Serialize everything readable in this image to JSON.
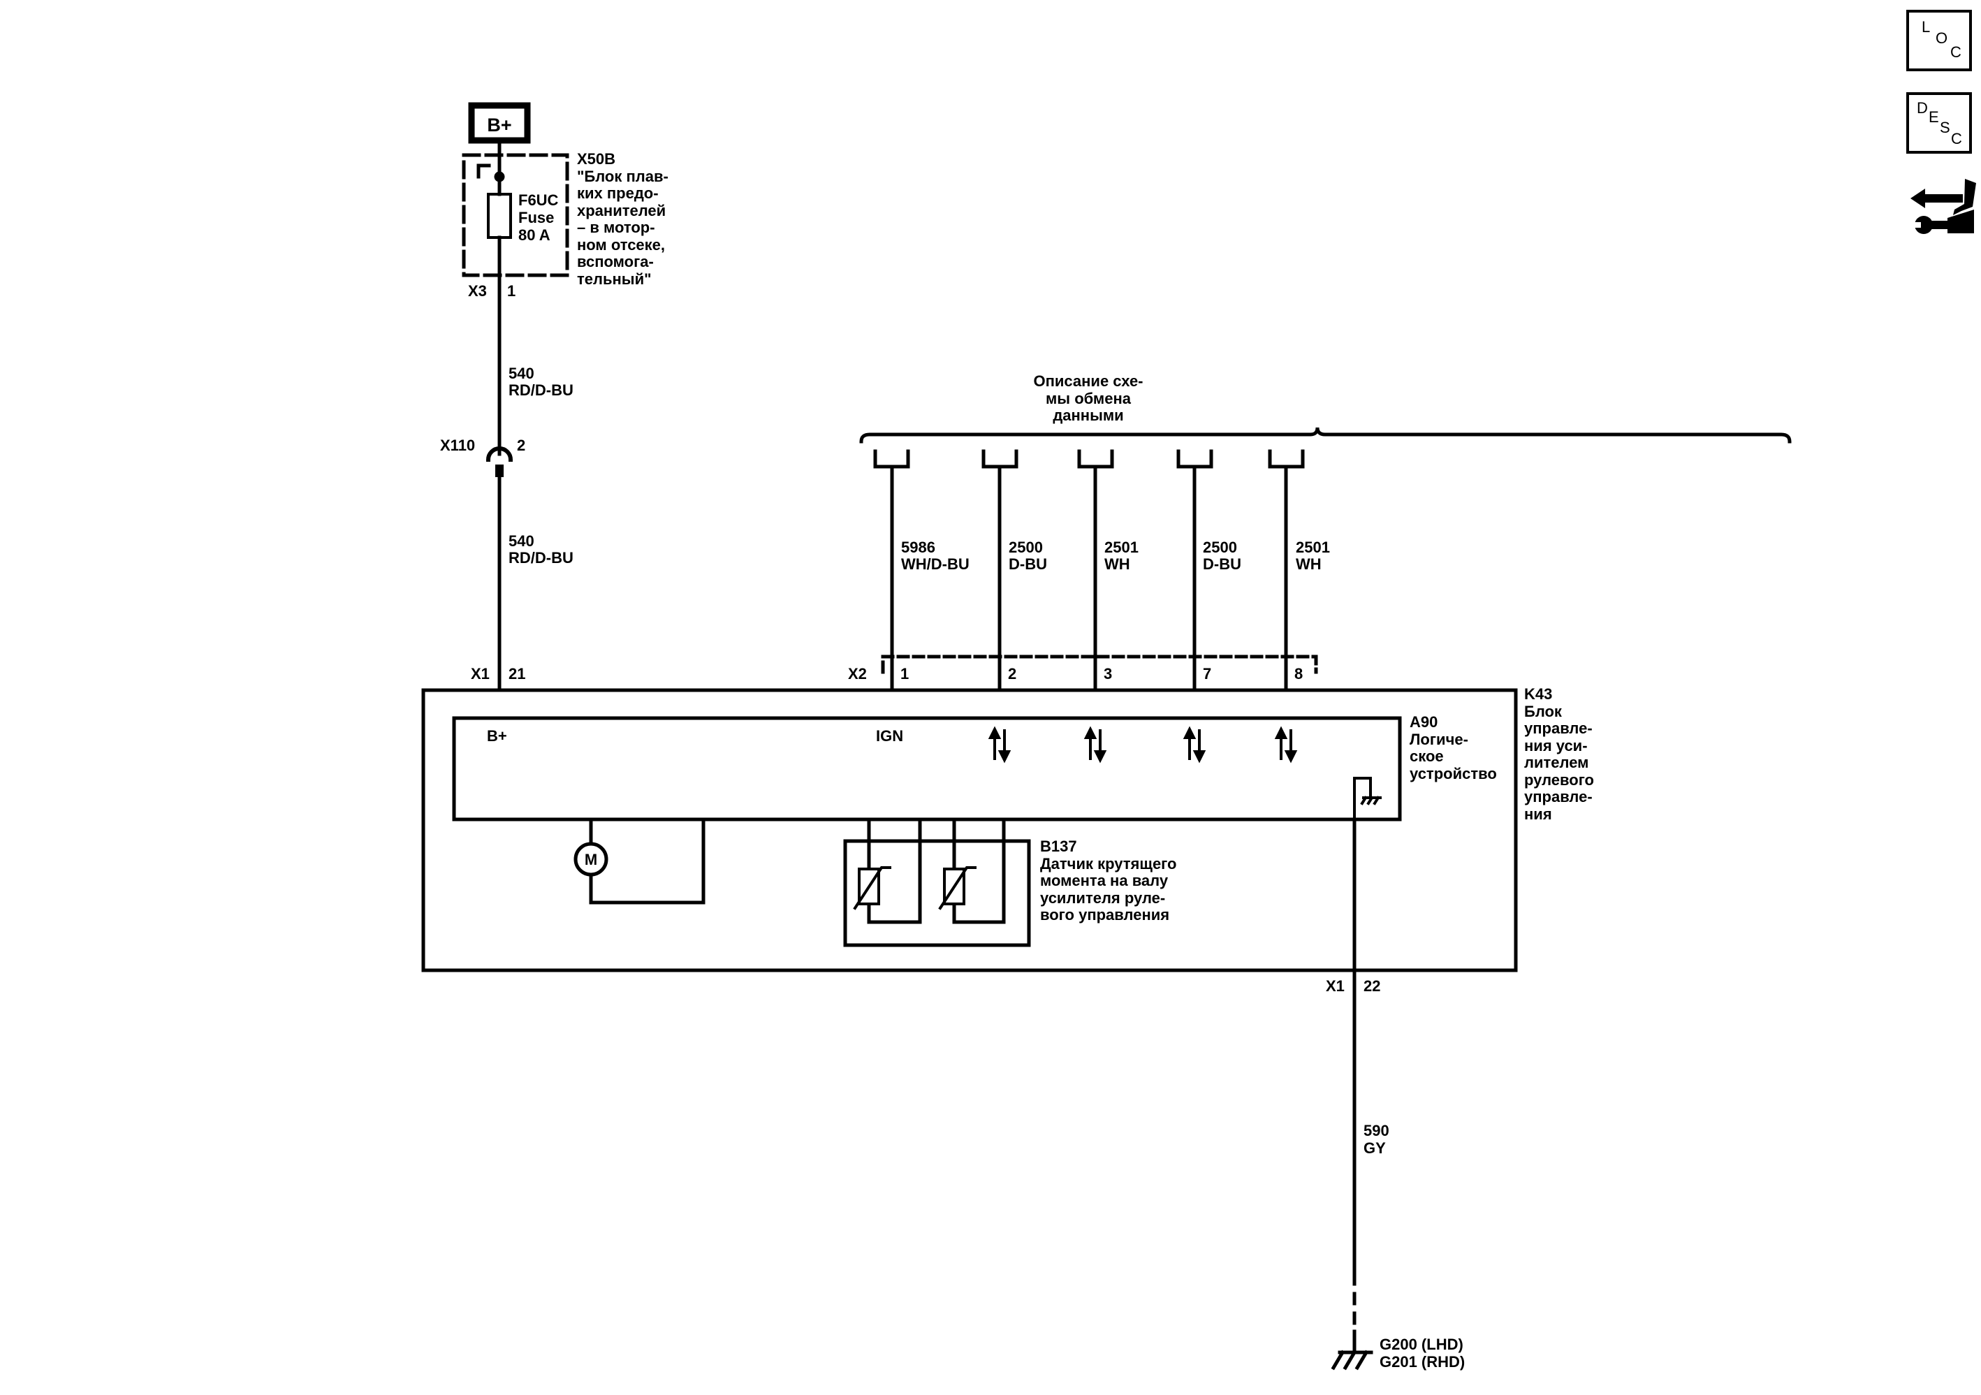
{
  "power": {
    "source": "B+",
    "fuse_block": {
      "id": "X50B",
      "desc": [
        "\"Блок плав-",
        "ких предо-",
        "хранителей",
        "– в мотор-",
        "ном отсеке,",
        "вспомога-",
        "тельный\""
      ]
    },
    "fuse": [
      "F6UC",
      "Fuse",
      "80 A"
    ],
    "fuse_connector": "X3",
    "fuse_pin": "1"
  },
  "wires": {
    "supply_upper": {
      "circuit": "540",
      "color": "RD/D-BU"
    },
    "supply_lower": {
      "circuit": "540",
      "color": "RD/D-BU"
    },
    "ground": {
      "circuit": "590",
      "color": "GY"
    }
  },
  "inline_connector": {
    "id": "X110",
    "pin": "2"
  },
  "comm": {
    "title": [
      "Описание схе-",
      "мы обмена",
      "данными"
    ],
    "wires": [
      {
        "circuit": "5986",
        "color": "WH/D-BU",
        "pin": "1",
        "signal": "IGN"
      },
      {
        "circuit": "2500",
        "color": "D-BU",
        "pin": "2"
      },
      {
        "circuit": "2501",
        "color": "WH",
        "pin": "3"
      },
      {
        "circuit": "2500",
        "color": "D-BU",
        "pin": "7"
      },
      {
        "circuit": "2501",
        "color": "WH",
        "pin": "8"
      }
    ],
    "connector": "X2"
  },
  "module": {
    "id": "K43",
    "desc": [
      "Блок",
      "управле-",
      "ния уси-",
      "лителем",
      "рулевого",
      "управле-",
      "ния"
    ],
    "power_connector": "X1",
    "power_pin": "21",
    "power_label": "B+",
    "ground_connector": "X1",
    "ground_pin": "22"
  },
  "logic": {
    "id": "A90",
    "desc": [
      "Логиче-",
      "ское",
      "устройство"
    ]
  },
  "motor": {
    "label": "M"
  },
  "sensor": {
    "id": "B137",
    "desc": [
      "Датчик крутящего",
      "момента на валу",
      "усилителя руле-",
      "вого управления"
    ]
  },
  "ground_point": {
    "labels": [
      "G200 (LHD)",
      "G201 (RHD)"
    ]
  },
  "side_icons": {
    "loc": {
      "letters": [
        "L",
        "O",
        "C"
      ]
    },
    "desc": {
      "letters": [
        "D",
        "E",
        "S",
        "C"
      ]
    },
    "service": "service-procedure-icon"
  }
}
